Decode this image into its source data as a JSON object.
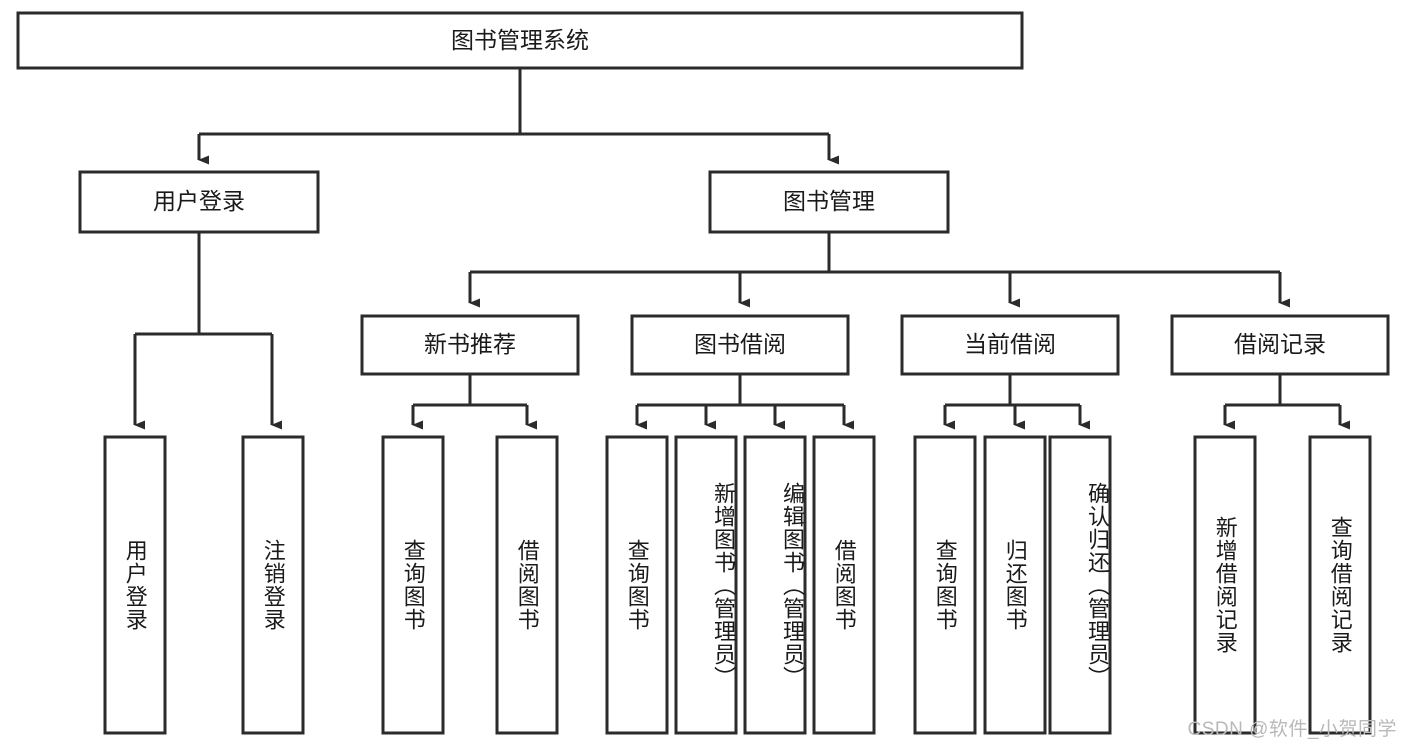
{
  "diagram": {
    "title": "图书管理系统",
    "type": "tree-hierarchy",
    "watermark": "CSDN @软件_小贺同学",
    "root": {
      "id": "root",
      "label": "图书管理系统"
    },
    "level2": [
      {
        "id": "user-login",
        "label": "用户登录"
      },
      {
        "id": "book-management",
        "label": "图书管理"
      }
    ],
    "level3": [
      {
        "id": "new-book-recommend",
        "label": "新书推荐",
        "parent": "book-management"
      },
      {
        "id": "book-borrow",
        "label": "图书借阅",
        "parent": "book-management"
      },
      {
        "id": "current-borrow",
        "label": "当前借阅",
        "parent": "book-management"
      },
      {
        "id": "borrow-record",
        "label": "借阅记录",
        "parent": "book-management"
      }
    ],
    "leaves": [
      {
        "id": "leaf-user-login",
        "label": "用户登录",
        "parent": "user-login"
      },
      {
        "id": "leaf-logout-login",
        "label": "注销登录",
        "parent": "user-login"
      },
      {
        "id": "leaf-query-book-1",
        "label": "查询图书",
        "parent": "new-book-recommend"
      },
      {
        "id": "leaf-borrow-book-1",
        "label": "借阅图书",
        "parent": "new-book-recommend"
      },
      {
        "id": "leaf-query-book-2",
        "label": "查询图书",
        "parent": "book-borrow"
      },
      {
        "id": "leaf-add-book",
        "label": "新增图书（管理员）",
        "parent": "book-borrow"
      },
      {
        "id": "leaf-edit-book",
        "label": "编辑图书（管理员）",
        "parent": "book-borrow"
      },
      {
        "id": "leaf-borrow-book-2",
        "label": "借阅图书",
        "parent": "book-borrow"
      },
      {
        "id": "leaf-query-book-3",
        "label": "查询图书",
        "parent": "current-borrow"
      },
      {
        "id": "leaf-return-book",
        "label": "归还图书",
        "parent": "current-borrow"
      },
      {
        "id": "leaf-confirm-return",
        "label": "确认归还（管理员）",
        "parent": "current-borrow"
      },
      {
        "id": "leaf-add-record",
        "label": "新增借阅记录",
        "parent": "borrow-record"
      },
      {
        "id": "leaf-query-record",
        "label": "查询借阅记录",
        "parent": "borrow-record"
      }
    ],
    "colors": {
      "box_stroke": "#2b2b2b",
      "box_fill": "#ffffff",
      "text": "#1a1a1a",
      "watermark": "#b9b9b9",
      "background": "#ffffff"
    }
  }
}
